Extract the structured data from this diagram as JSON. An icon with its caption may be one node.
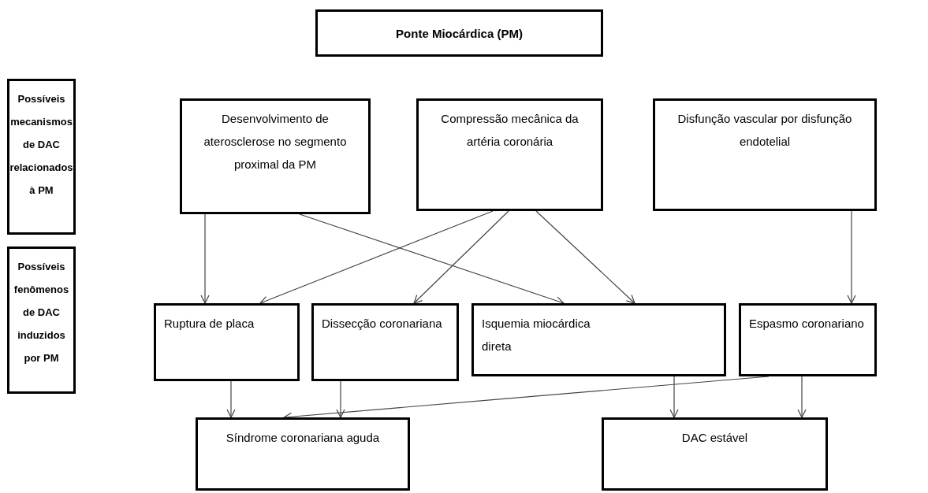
{
  "diagram": {
    "nodes": [
      {
        "text": [
          "Ponte Miocárdica (PM)"
        ]
      },
      {
        "text": [
          "Possíveis mecanismos de DAC relacionados à PM"
        ]
      },
      {
        "text": [
          "Desenvolvimento de aterosclerose no segmento proximal da PM"
        ]
      },
      {
        "text": [
          "Compressão mecânica da artéria coronária"
        ]
      },
      {
        "text": [
          "Disfunção vascular por disfunção endotelial"
        ]
      },
      {
        "text": [
          "Possíveis fenômenos de DAC induzidos por PM"
        ]
      },
      {
        "text": [
          "Ruptura de placa"
        ]
      },
      {
        "text": [
          "Dissecção coronariana"
        ]
      },
      {
        "text": [
          "Isquemia miocárdica direta"
        ]
      },
      {
        "text": [
          "Espasmo coronariano"
        ]
      },
      {
        "text": [
          "Síndrome coronariana aguda"
        ]
      },
      {
        "text": [
          "DAC estável"
        ]
      }
    ],
    "edges": [
      {
        "from": 2,
        "to": 6,
        "arrow": "to"
      },
      {
        "from": 2,
        "to": 8,
        "arrow": "to"
      },
      {
        "from": 3,
        "to": 6,
        "arrow": "to"
      },
      {
        "from": 3,
        "to": 7,
        "arrow": "to"
      },
      {
        "from": 3,
        "to": 8,
        "arrow": "to"
      },
      {
        "from": 4,
        "to": 9,
        "arrow": "to"
      },
      {
        "from": 6,
        "to": 10,
        "arrow": "to"
      },
      {
        "from": 7,
        "to": 10,
        "arrow": "to"
      },
      {
        "from": 8,
        "to": 11,
        "arrow": "to"
      },
      {
        "from": 9,
        "to": 11,
        "arrow": "to"
      },
      {
        "from": 9,
        "to": 10,
        "arrow": "to"
      }
    ]
  }
}
